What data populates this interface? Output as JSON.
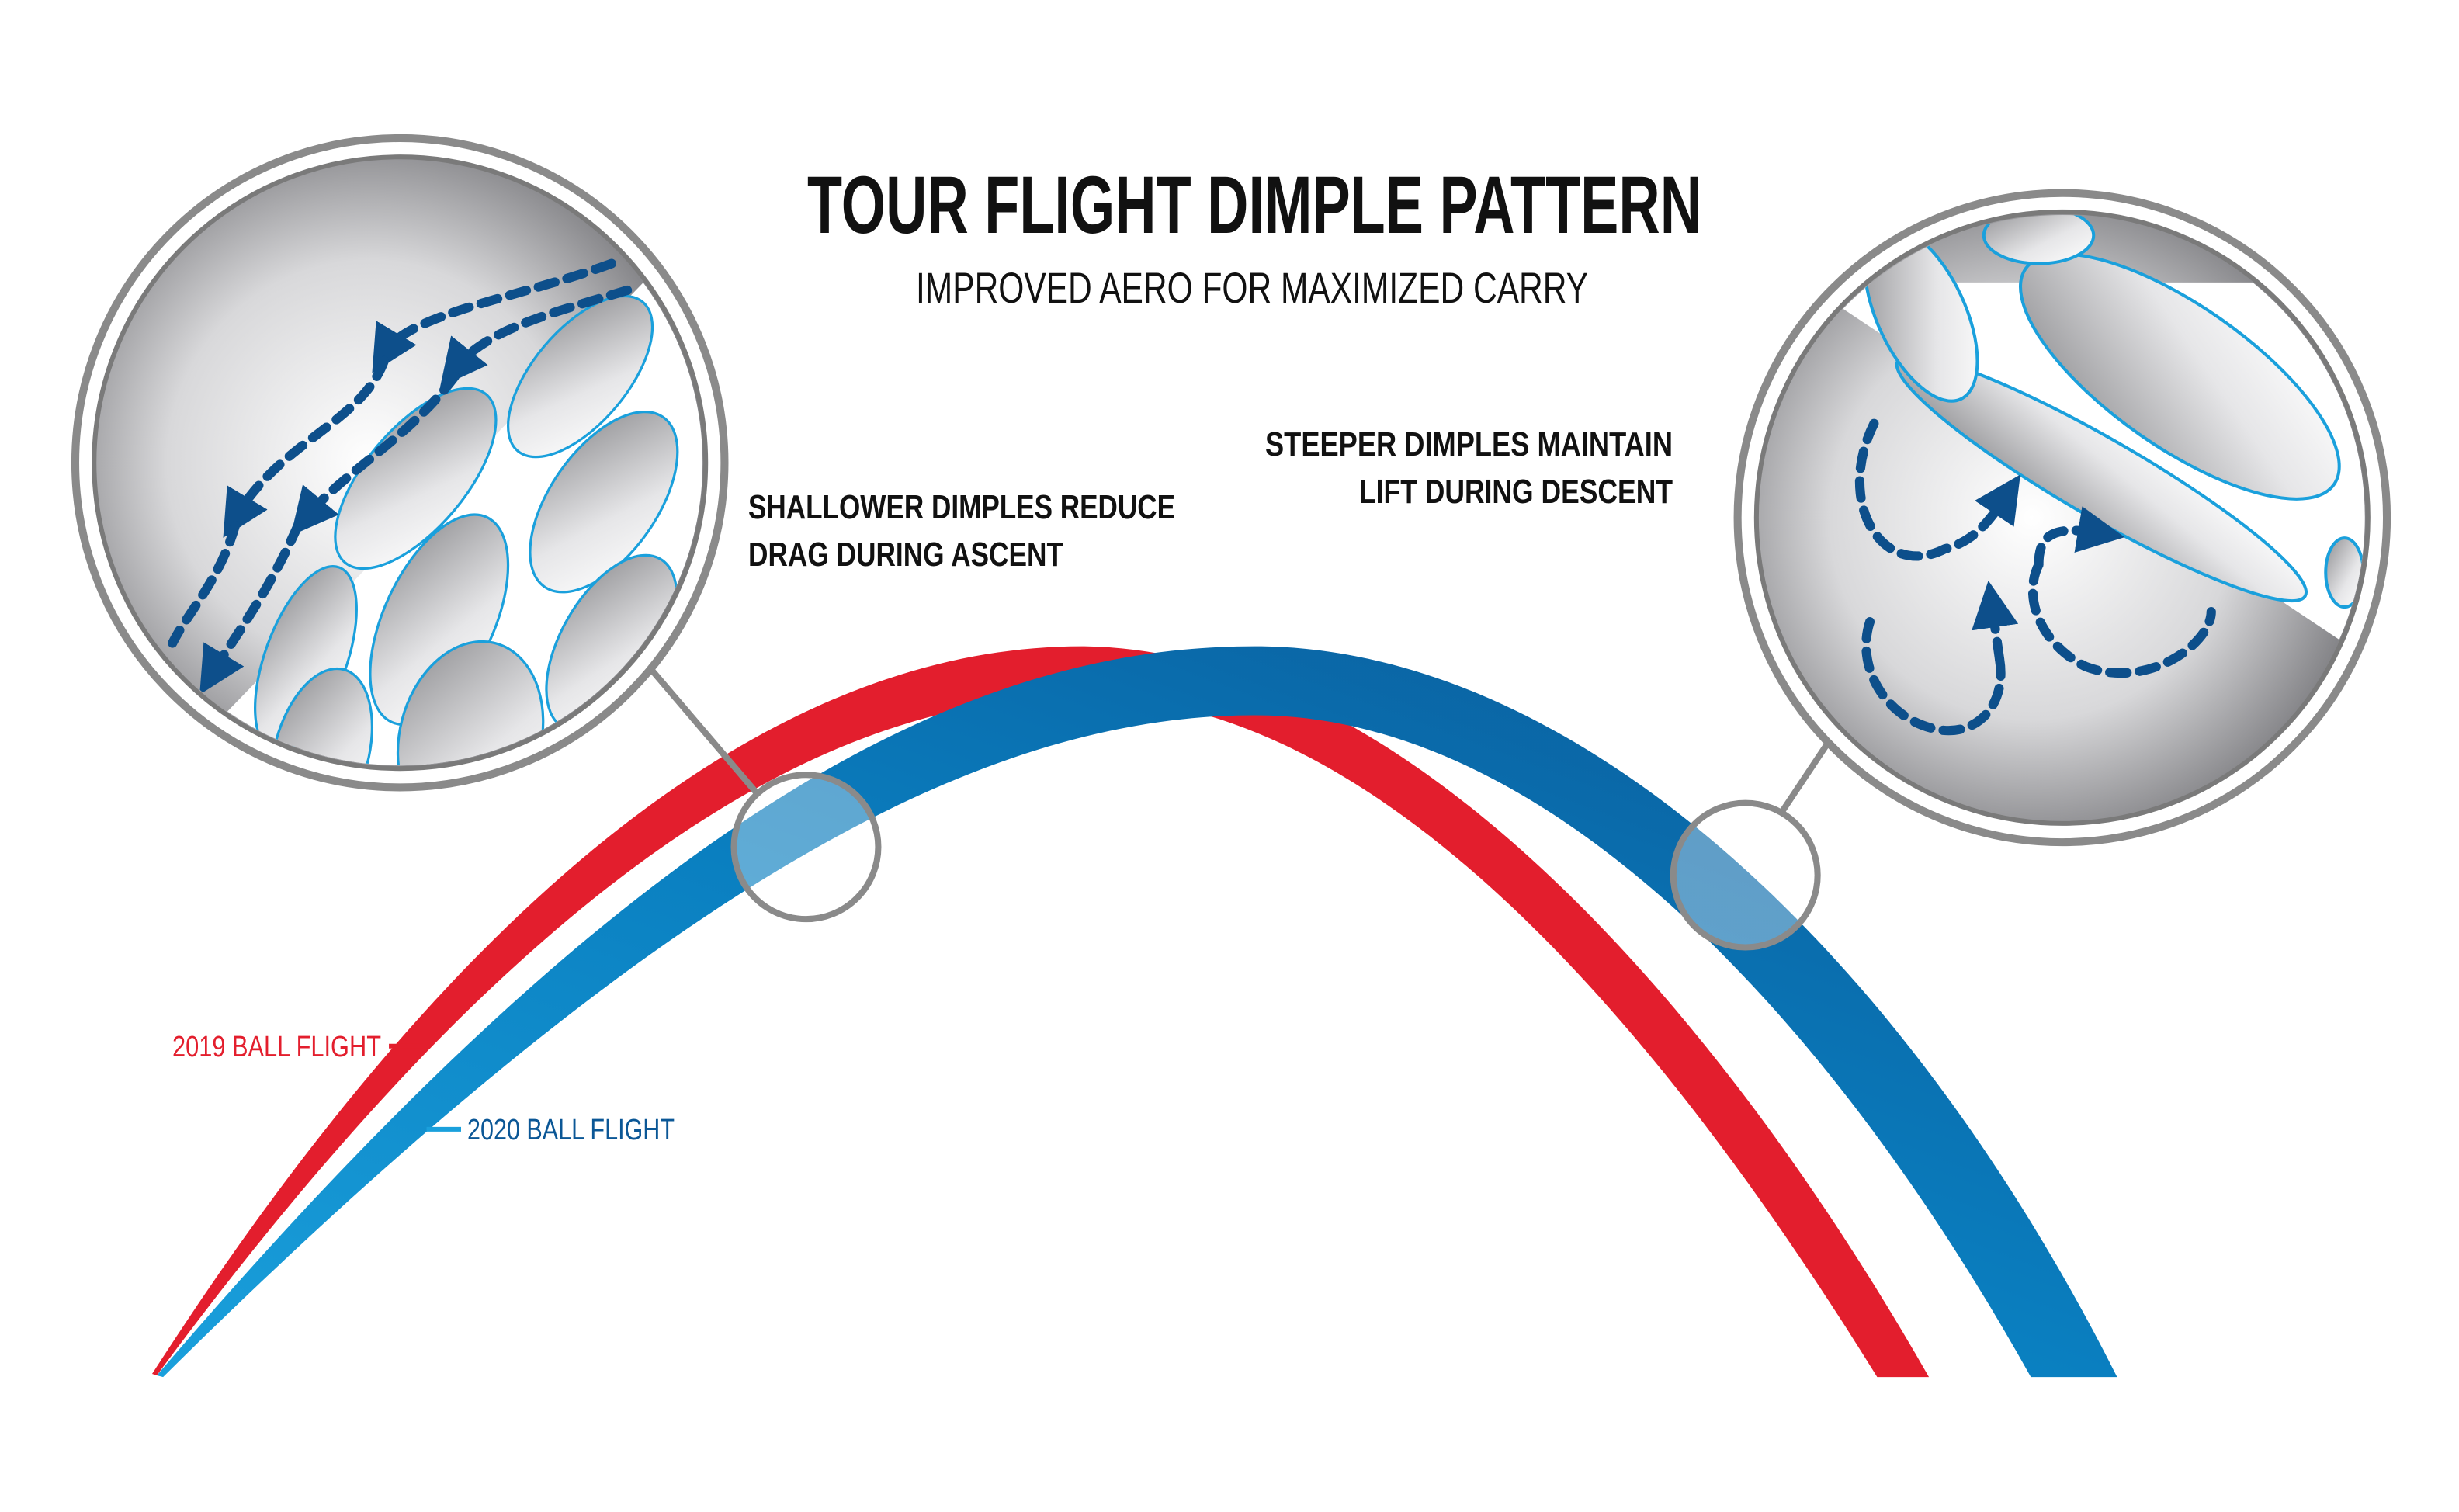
{
  "header": {
    "title": "TOUR FLIGHT DIMPLE PATTERN",
    "subtitle": "IMPROVED AERO FOR MAXIMIZED CARRY"
  },
  "callouts": {
    "ascent": [
      "SHALLOWER DIMPLES REDUCE",
      "DRAG DURING ASCENT"
    ],
    "descent": [
      "STEEPER DIMPLES MAINTAIN",
      "LIFT DURING DESCENT"
    ]
  },
  "legend": {
    "flight_2019": "2019 BALL FLIGHT",
    "flight_2020": "2020 BALL FLIGHT"
  },
  "colors": {
    "red": "#e31e2d",
    "blue_dark": "#0b5796",
    "blue_light": "#1aa0dc",
    "gray_ring": "#8a8a8a",
    "arrow": "#0d4f8b"
  }
}
